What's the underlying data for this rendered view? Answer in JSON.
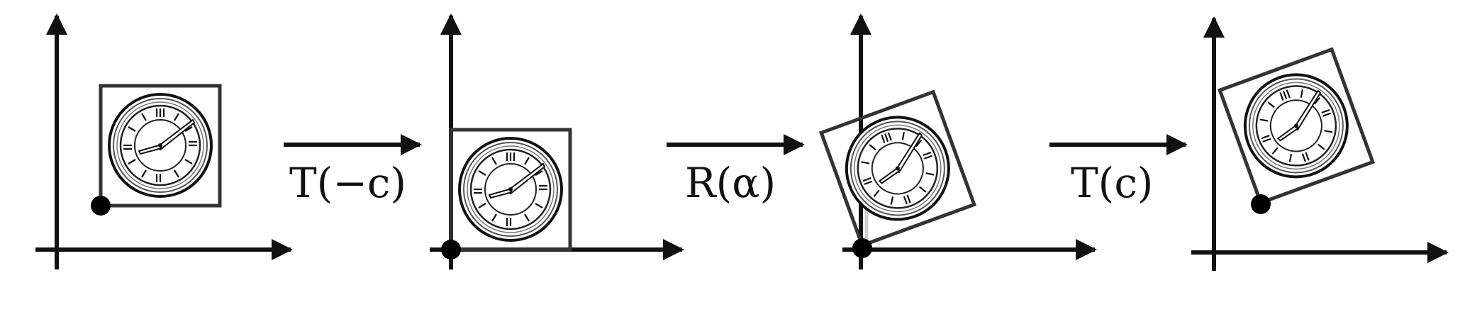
{
  "colors": {
    "ink": "#111111",
    "frame": "#333333",
    "ghost": "#cfcfcf",
    "pivot": "#000000",
    "clock_face": "#ffffff"
  },
  "panels": [
    {
      "id": "original",
      "icons": [
        "x-axis-arrow",
        "y-axis-arrow",
        "clock-icon",
        "pivot-dot"
      ]
    },
    {
      "id": "translated-to-origin",
      "icons": [
        "x-axis-arrow",
        "y-axis-arrow",
        "clock-icon",
        "pivot-dot"
      ]
    },
    {
      "id": "rotated",
      "icons": [
        "x-axis-arrow",
        "y-axis-arrow",
        "clock-icon",
        "pivot-dot"
      ]
    },
    {
      "id": "translated-back",
      "icons": [
        "x-axis-arrow",
        "y-axis-arrow",
        "clock-icon",
        "pivot-dot"
      ]
    }
  ],
  "operations": [
    {
      "label": "T(−c)",
      "icon": "right-arrow-icon"
    },
    {
      "label": "R(α)",
      "icon": "right-arrow-icon"
    },
    {
      "label": "T(c)",
      "icon": "right-arrow-icon"
    }
  ]
}
